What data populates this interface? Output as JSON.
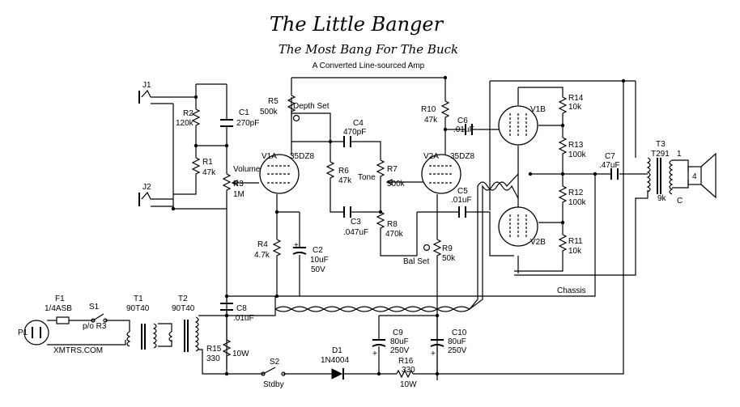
{
  "title": "The Little Banger",
  "subtitle": "The Most Bang For The Buck",
  "description": "A Converted Line-sourced Amp",
  "labels": {
    "j1": "J1",
    "j2": "J2",
    "r1": "R1",
    "r1v": "47k",
    "r2": "R2",
    "r2v": "120k",
    "c1": "C1",
    "c1v": "270pF",
    "r3": "R3",
    "r3v": "1M",
    "volume": "Volume",
    "r5": "R5",
    "r5v": "500k",
    "depth": "Depth Set",
    "v1a": "V1A",
    "v1a_type": "35DZ8",
    "c4": "C4",
    "c4v": "470pF",
    "r6": "R6",
    "r6v": "47k",
    "tone": "Tone",
    "r7": "R7",
    "r7v": "500k",
    "c3": "C3",
    "c3v": ".047uF",
    "r8": "R8",
    "r8v": "470k",
    "r4": "R4",
    "r4v": "4.7k",
    "c2": "C2",
    "c2v": "10uF",
    "c2v2": "50V",
    "r10": "R10",
    "r10v": "47k",
    "c6": "C6",
    "c6v": ".01uF",
    "v2a": "V2A",
    "v2a_type": "35DZ8",
    "c5": "C5",
    "c5v": ".01uF",
    "r9": "R9",
    "r9v": "50k",
    "balset": "Bal Set",
    "v1b": "V1B",
    "v2b": "V2B",
    "r14": "R14",
    "r14v": "10k",
    "r13": "R13",
    "r13v": "100k",
    "r12": "R12",
    "r12v": "100k",
    "r11": "R11",
    "r11v": "10k",
    "c7": "C7",
    "c7v": ".47uF",
    "t3": "T3",
    "t3_type": "T291",
    "t3_imp": "9k",
    "t3_1": "1",
    "t3_c": "C",
    "spk": "4",
    "chassis": "Chassis",
    "f1": "F1",
    "f1v": "1/4ASB",
    "s1": "S1",
    "s1v": "p/o R3",
    "t1": "T1",
    "t1v": "90T40",
    "t2": "T2",
    "t2v": "90T40",
    "p1": "P1",
    "site": "XMTRS.COM",
    "c8": "C8",
    "c8v": ".01uF",
    "r15": "R15",
    "r15v": "330",
    "r15w": "10W",
    "s2": "S2",
    "stdby": "Stdby",
    "d1": "D1",
    "d1v": "1N4004",
    "c9": "C9",
    "c9v": "80uF",
    "c9v2": "250V",
    "c10": "C10",
    "c10v": "80uF",
    "c10v2": "250V",
    "r16": "R16",
    "r16v": "330",
    "r16w": "10W"
  }
}
